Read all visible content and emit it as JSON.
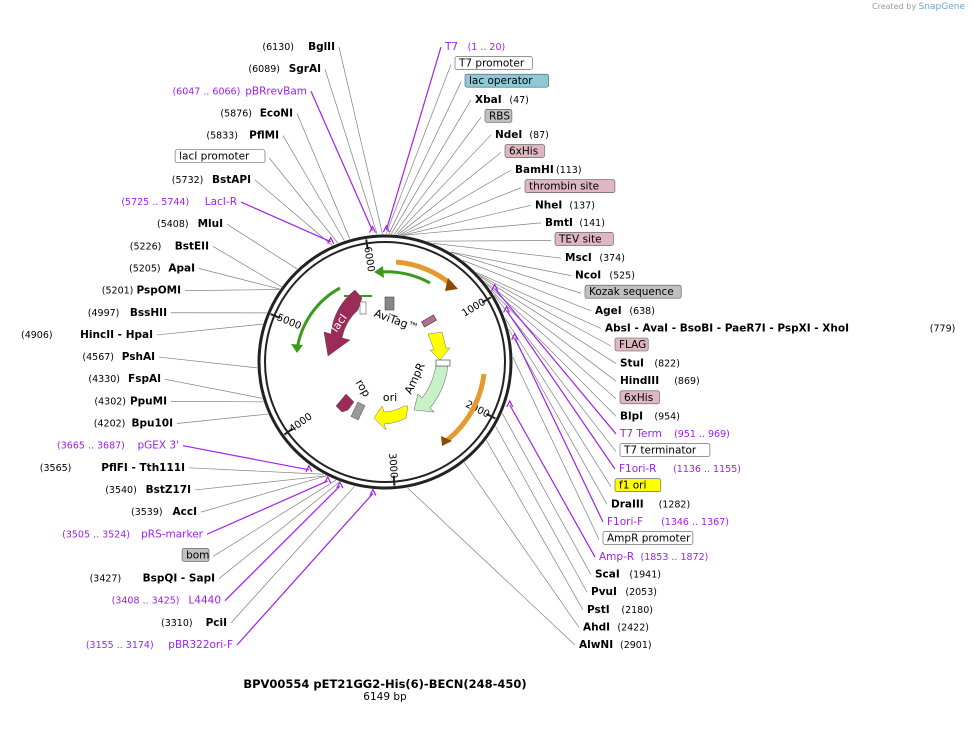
{
  "credit": {
    "prefix": "Created by",
    "brand": "SnapGene"
  },
  "plasmid": {
    "name": "BPV00554 pET21GG2-His(6)-BECN(248-450)",
    "size_label": "6149 bp",
    "length": 6149
  },
  "ruler_ticks": [
    "1000",
    "2000",
    "3000",
    "4000",
    "5000",
    "6000"
  ],
  "colors": {
    "primer": "#a020f0",
    "line": "#808080",
    "enzyme": "#000000",
    "backbone": "#222222"
  },
  "right_labels": [
    {
      "kind": "primer",
      "name": "T7",
      "range": "(1 .. 20)",
      "bp": 10
    },
    {
      "kind": "feature",
      "name": "T7 promoter",
      "bg": "#ffffff",
      "bp": 8
    },
    {
      "kind": "feature",
      "name": "lac operator",
      "bg": "#8fc9d8",
      "bp": 30
    },
    {
      "kind": "enzyme",
      "name": "XbaI",
      "pos": "(47)",
      "bp": 47
    },
    {
      "kind": "feature",
      "name": "RBS",
      "bg": "#c0c0c0",
      "bp": 70
    },
    {
      "kind": "enzyme",
      "name": "NdeI",
      "pos": "(87)",
      "bp": 87
    },
    {
      "kind": "feature",
      "name": "6xHis",
      "bg": "#dfb7c3",
      "bp": 100
    },
    {
      "kind": "enzyme",
      "name": "BamHI",
      "pos": "(113)",
      "bp": 113
    },
    {
      "kind": "feature",
      "name": "thrombin site",
      "bg": "#dfb7c3",
      "bp": 125
    },
    {
      "kind": "enzyme",
      "name": "NheI",
      "pos": "(137)",
      "bp": 137
    },
    {
      "kind": "enzyme",
      "name": "BmtI",
      "pos": "(141)",
      "bp": 141
    },
    {
      "kind": "feature",
      "name": "TEV site",
      "bg": "#dfb7c3",
      "bp": 330
    },
    {
      "kind": "enzyme",
      "name": "MscI",
      "pos": "(374)",
      "bp": 374
    },
    {
      "kind": "enzyme",
      "name": "NcoI",
      "pos": "(525)",
      "bp": 525
    },
    {
      "kind": "feature",
      "name": "Kozak sequence",
      "bg": "#c0c0c0",
      "bp": 530
    },
    {
      "kind": "enzyme",
      "name": "AgeI",
      "pos": "(638)",
      "bp": 638
    },
    {
      "kind": "enzyme",
      "name": "AbsI  - AvaI  - BsoBI  - PaeR7I  - PspXI  - XhoI",
      "pos": "(779)",
      "bp": 779
    },
    {
      "kind": "feature",
      "name": "FLAG",
      "bg": "#dfb7c3",
      "bp": 800
    },
    {
      "kind": "enzyme",
      "name": "StuI",
      "pos": "(822)",
      "bp": 822
    },
    {
      "kind": "enzyme",
      "name": "HindIII",
      "pos": "(869)",
      "bp": 869
    },
    {
      "kind": "feature",
      "name": "6xHis",
      "bg": "#dfb7c3",
      "bp": 900
    },
    {
      "kind": "enzyme",
      "name": "BlpI",
      "pos": "(954)",
      "bp": 954
    },
    {
      "kind": "primer",
      "name": "T7 Term",
      "range": "(951 .. 969)",
      "bp": 960
    },
    {
      "kind": "feature",
      "name": "T7 terminator",
      "bg": "#ffffff",
      "bp": 1000
    },
    {
      "kind": "primer",
      "name": "F1ori-R",
      "range": "(1136 .. 1155)",
      "bp": 1145
    },
    {
      "kind": "feature",
      "name": "f1 ori",
      "bg": "#ffff00",
      "bp": 1200
    },
    {
      "kind": "enzyme",
      "name": "DraIII",
      "pos": "(1282)",
      "bp": 1282
    },
    {
      "kind": "primer",
      "name": "F1ori-F",
      "range": "(1346 .. 1367)",
      "bp": 1356
    },
    {
      "kind": "feature",
      "name": "AmpR promoter",
      "bg": "#ffffff",
      "bp": 1500
    },
    {
      "kind": "primer",
      "name": "Amp-R",
      "range": "(1853 .. 1872)",
      "bp": 1862
    },
    {
      "kind": "enzyme",
      "name": "ScaI",
      "pos": "(1941)",
      "bp": 1941
    },
    {
      "kind": "enzyme",
      "name": "PvuI",
      "pos": "(2053)",
      "bp": 2053
    },
    {
      "kind": "enzyme",
      "name": "PstI",
      "pos": "(2180)",
      "bp": 2180
    },
    {
      "kind": "enzyme",
      "name": "AhdI",
      "pos": "(2422)",
      "bp": 2422
    },
    {
      "kind": "enzyme",
      "name": "AlwNI",
      "pos": "(2901)",
      "bp": 2901
    }
  ],
  "left_labels": [
    {
      "kind": "enzyme",
      "name": "BglII",
      "pos": "(6130)",
      "bp": 6130
    },
    {
      "kind": "enzyme",
      "name": "SgrAI",
      "pos": "(6089)",
      "bp": 6089
    },
    {
      "kind": "primer",
      "name": "pBRrevBam",
      "range": "(6047 .. 6066)",
      "bp": 6056
    },
    {
      "kind": "enzyme",
      "name": "EcoNI",
      "pos": "(5876)",
      "bp": 5876
    },
    {
      "kind": "enzyme",
      "name": "PflMI",
      "pos": "(5833)",
      "bp": 5833
    },
    {
      "kind": "feature",
      "name": "lacI promoter",
      "bg": "#ffffff",
      "bp": 5780
    },
    {
      "kind": "enzyme",
      "name": "BstAPI",
      "pos": "(5732)",
      "bp": 5732
    },
    {
      "kind": "primer",
      "name": "LacI-R",
      "range": "(5725 .. 5744)",
      "bp": 5734
    },
    {
      "kind": "enzyme",
      "name": "MluI",
      "pos": "(5408)",
      "bp": 5408
    },
    {
      "kind": "enzyme",
      "name": "BstEII",
      "pos": "(5226)",
      "bp": 5226
    },
    {
      "kind": "enzyme",
      "name": "ApaI",
      "pos": "(5205)",
      "bp": 5205
    },
    {
      "kind": "enzyme",
      "name": "PspOMI",
      "pos": "(5201)",
      "bp": 5201
    },
    {
      "kind": "enzyme",
      "name": "BssHII",
      "pos": "(4997)",
      "bp": 4997
    },
    {
      "kind": "enzyme",
      "name": "HincII  - HpaI",
      "pos": "(4906)",
      "bp": 4906
    },
    {
      "kind": "enzyme",
      "name": "PshAI",
      "pos": "(4567)",
      "bp": 4567
    },
    {
      "kind": "enzyme",
      "name": "FspAI",
      "pos": "(4330)",
      "bp": 4330
    },
    {
      "kind": "enzyme",
      "name": "PpuMI",
      "pos": "(4302)",
      "bp": 4302
    },
    {
      "kind": "enzyme",
      "name": "Bpu10I",
      "pos": "(4202)",
      "bp": 4202
    },
    {
      "kind": "primer",
      "name": "pGEX 3'",
      "range": "(3665 .. 3687)",
      "bp": 3676
    },
    {
      "kind": "enzyme",
      "name": "PflFI  - Tth111I",
      "pos": "(3565)",
      "bp": 3565
    },
    {
      "kind": "enzyme",
      "name": "BstZ17I",
      "pos": "(3540)",
      "bp": 3540
    },
    {
      "kind": "enzyme",
      "name": "AccI",
      "pos": "(3539)",
      "bp": 3539
    },
    {
      "kind": "primer",
      "name": "pRS-marker",
      "range": "(3505 .. 3524)",
      "bp": 3514
    },
    {
      "kind": "feature",
      "name": "bom",
      "bg": "#c0c0c0",
      "bp": 3460
    },
    {
      "kind": "enzyme",
      "name": "BspQI  - SapI",
      "pos": "(3427)",
      "bp": 3427
    },
    {
      "kind": "primer",
      "name": "L4440",
      "range": "(3408 .. 3425)",
      "bp": 3416
    },
    {
      "kind": "enzyme",
      "name": "PciI",
      "pos": "(3310)",
      "bp": 3310
    },
    {
      "kind": "primer",
      "name": "pBR322ori-F",
      "range": "(3155 .. 3174)",
      "bp": 3164
    }
  ],
  "inner_features": [
    {
      "name": "lacI",
      "color": "#9b2c5a"
    },
    {
      "name": "AviTag™",
      "color": "#ffffff"
    },
    {
      "name": "AmpR",
      "color": "#c7f2c7"
    },
    {
      "name": "ori",
      "color": "#ffff00"
    },
    {
      "name": "rop",
      "color": "#9b2c5a"
    }
  ],
  "inner_arrows": [
    {
      "name": "orf-top",
      "color": "#e59a2e"
    },
    {
      "name": "orf-right",
      "color": "#e59a2e"
    },
    {
      "name": "lacI-green-1",
      "color": "#3a9a1a"
    },
    {
      "name": "lacI-green-2",
      "color": "#3a9a1a"
    }
  ]
}
